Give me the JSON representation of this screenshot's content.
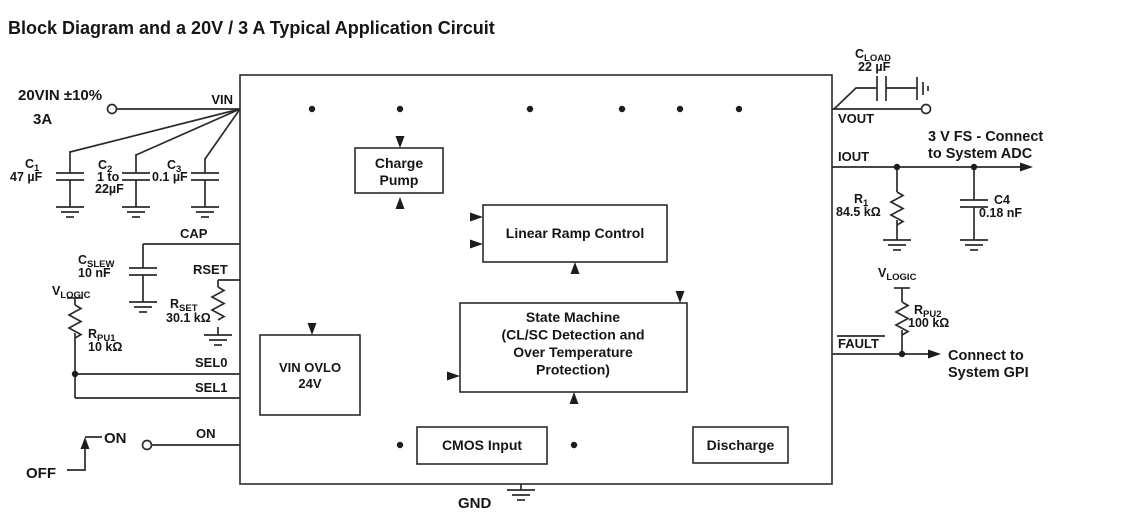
{
  "title": "Block Diagram and a 20V / 3 A Typical Application Circuit",
  "source": {
    "label_top": "20VIN ±10%",
    "label_bottom": "3A"
  },
  "switch": {
    "on": "ON",
    "off": "OFF"
  },
  "pins": {
    "vin": "VIN",
    "cap": "CAP",
    "rset": "RSET",
    "sel0": "SEL0",
    "sel1": "SEL1",
    "on": "ON",
    "gnd": "GND",
    "vout": "VOUT",
    "iout": "IOUT",
    "fault": "FAULT"
  },
  "blocks": {
    "charge_pump": {
      "line1": "Charge",
      "line2": "Pump"
    },
    "linear_ramp_control": {
      "label": "Linear Ramp Control"
    },
    "state_machine": {
      "line1": "State Machine",
      "line2": "(CL/SC Detection and",
      "line3": "Over Temperature",
      "line4": "Protection)"
    },
    "vin_ovlo": {
      "line1": "VIN OVLO",
      "line2": "24V"
    },
    "cmos_input": {
      "label": "CMOS Input"
    },
    "discharge": {
      "label": "Discharge"
    }
  },
  "components": {
    "c1": {
      "ref": "C",
      "sub": "1",
      "val": "47 µF"
    },
    "c2": {
      "ref": "C",
      "sub": "2",
      "val1": "1 to",
      "val2": "22µF"
    },
    "c3": {
      "ref": "C",
      "sub": "3",
      "val": "0.1 µF"
    },
    "cslew": {
      "ref": "C",
      "sub": "SLEW",
      "val": "10 nF"
    },
    "rset": {
      "ref": "R",
      "sub": "SET",
      "val": "30.1 kΩ"
    },
    "rpu1": {
      "ref": "R",
      "sub": "PU1",
      "val": "10 kΩ"
    },
    "rpu2": {
      "ref": "R",
      "sub": "PU2",
      "val": "100 kΩ"
    },
    "r1": {
      "ref": "R",
      "sub": "1",
      "val": "84.5 kΩ"
    },
    "c4": {
      "ref": "C4",
      "val": "0.18 nF"
    },
    "cload": {
      "ref": "C",
      "sub": "LOAD",
      "val": "22 µF"
    },
    "vlogic_left": {
      "ref": "V",
      "sub": "LOGIC"
    },
    "vlogic_right": {
      "ref": "V",
      "sub": "LOGIC"
    }
  },
  "annotations": {
    "adc1": "3 V FS - Connect",
    "adc2": "to System ADC",
    "gpi1": "Connect to",
    "gpi2": "System GPI"
  },
  "colors": {
    "line": "#2b2b2b",
    "text": "#161616",
    "background": "#ffffff"
  }
}
